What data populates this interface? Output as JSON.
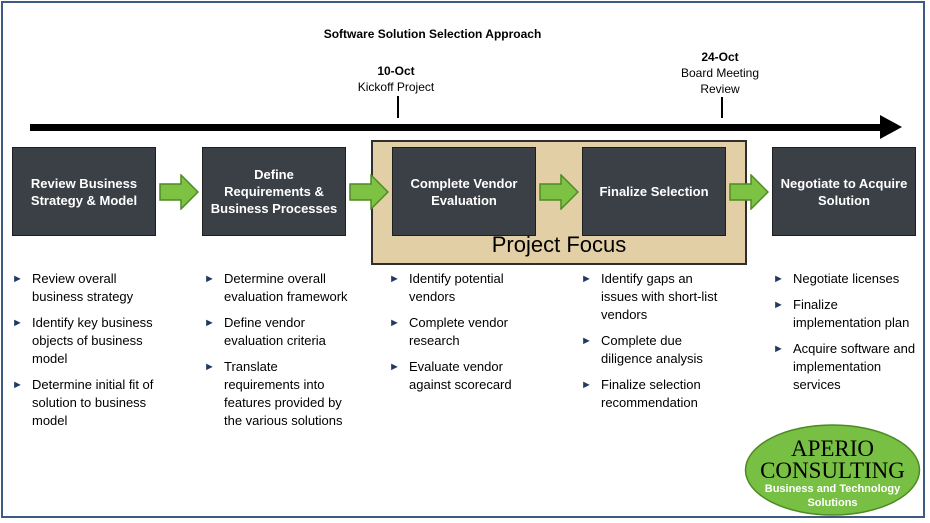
{
  "title": "Software Solution Selection Approach",
  "milestones": [
    {
      "date": "10-Oct",
      "label": "Kickoff Project"
    },
    {
      "date": "24-Oct",
      "label": "Board Meeting Review"
    }
  ],
  "focus_label": "Project Focus",
  "phases": [
    {
      "name": "Review Business Strategy & Model",
      "bullets": [
        "Review overall business strategy",
        "Identify key business objects of business model",
        "Determine initial fit of solution to business model"
      ]
    },
    {
      "name": "Define Requirements & Business Processes",
      "bullets": [
        "Determine overall evaluation framework",
        "Define vendor evaluation criteria",
        "Translate requirements into features provided by the various solutions"
      ]
    },
    {
      "name": "Complete Vendor Evaluation",
      "bullets": [
        "Identify potential vendors",
        "Complete vendor research",
        "Evaluate vendor against scorecard"
      ]
    },
    {
      "name": "Finalize Selection",
      "bullets": [
        "Identify gaps an issues with short-list vendors",
        "Complete due diligence analysis",
        "Finalize selection recommendation"
      ]
    },
    {
      "name": "Negotiate to Acquire Solution",
      "bullets": [
        "Negotiate licenses",
        "Finalize implementation plan",
        "Acquire software and implementation services"
      ]
    }
  ],
  "logo": {
    "line1": "APERIO",
    "line2": "CONSULTING",
    "tagline1": "Business and Technology",
    "tagline2": "Solutions"
  },
  "colors": {
    "box": "#3b3f46",
    "arrow": "#7dc242",
    "focus": "#e3cfa6",
    "logo": "#77c043",
    "bullet": "#1f3864"
  }
}
